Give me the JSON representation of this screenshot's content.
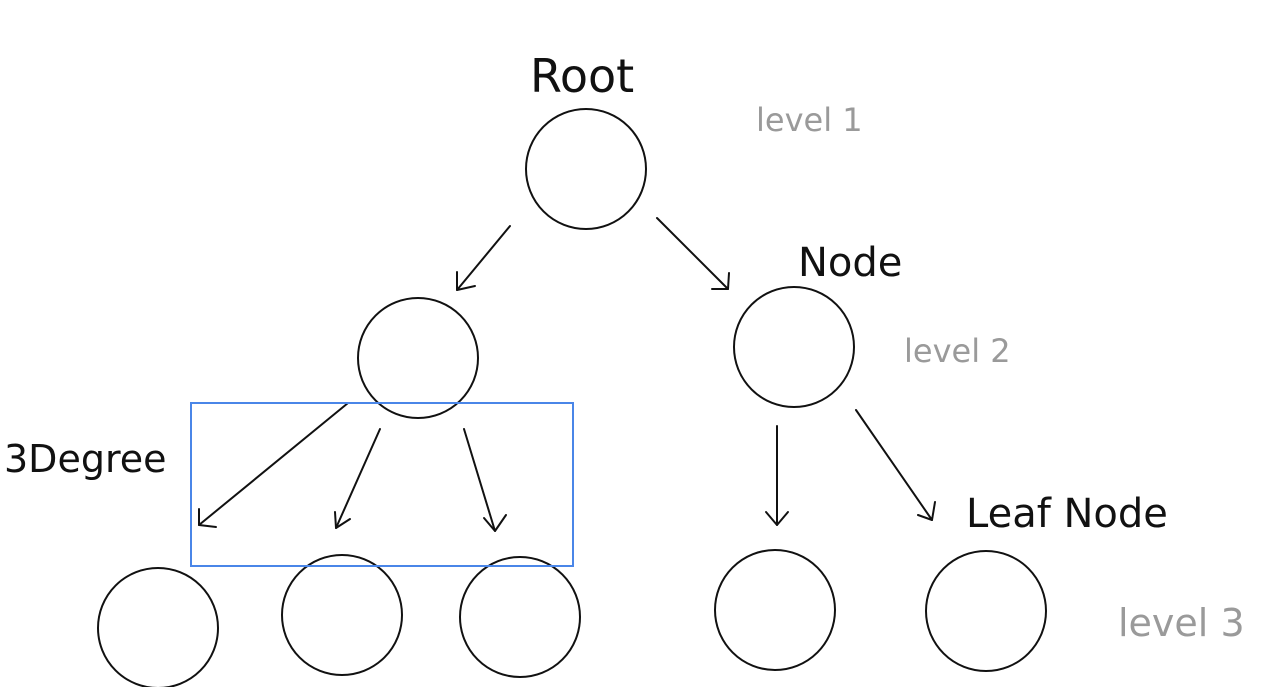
{
  "labels": {
    "root": "Root",
    "node": "Node",
    "leaf_node": "Leaf Node",
    "degree": "3Degree"
  },
  "levels": [
    "level 1",
    "level 2",
    "level 3"
  ],
  "colors": {
    "stroke": "#111111",
    "level_text": "#9a9a9a",
    "highlight_box": "#4a86e8"
  }
}
